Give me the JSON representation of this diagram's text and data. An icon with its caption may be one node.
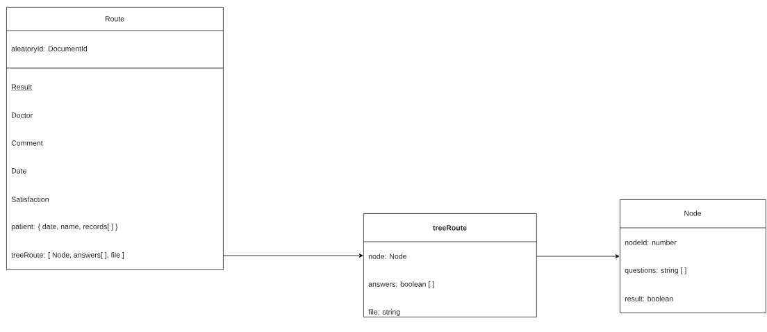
{
  "diagram": {
    "nodes": [
      {
        "text": [
          "Route",
          "aleatoryId: DocumentId",
          "Result",
          "Doctor",
          "Comment",
          "Date",
          "Satisfaction",
          "patient: { date, name, records[ ] }",
          "treeRoute: [ Node, answers[ ], file ]"
        ]
      },
      {
        "text": [
          "treeRoute",
          "node: Node",
          "answers: boolean [ ]",
          "file: string"
        ]
      },
      {
        "text": [
          "Node",
          "nodeId: number",
          "questions: string [ ]",
          "result: boolean"
        ]
      }
    ],
    "edges": [
      {
        "from": 0,
        "to": 1,
        "arrow": "to"
      },
      {
        "from": 1,
        "to": 2,
        "arrow": "to"
      }
    ]
  }
}
